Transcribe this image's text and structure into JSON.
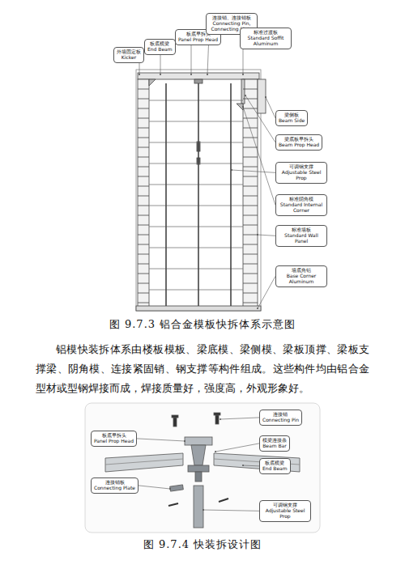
{
  "diagram": {
    "nodes": [
      {
        "text": [
          "外墙固定板",
          "Kicker"
        ]
      },
      {
        "text": [
          "板底横梁",
          "End Beam"
        ]
      },
      {
        "text": [
          "板底早拆头",
          "Panel Prop Head"
        ]
      },
      {
        "text": [
          "连接销、连接销板",
          "Connecting Pin, Connecting Plate"
        ]
      },
      {
        "text": [
          "标准过渡板",
          "Standard Soffit Aluminum"
        ]
      },
      {
        "text": [
          "梁侧板",
          "Beam Side"
        ]
      },
      {
        "text": [
          "梁底板早拆头",
          "Beam Prop Head"
        ]
      },
      {
        "text": [
          "可调钢支撑",
          "Adjustable Steel Prop"
        ]
      },
      {
        "text": [
          "标准阴角模",
          "Standard Internal Corner"
        ]
      },
      {
        "text": [
          "标准墙板",
          "Standard Wall Panel"
        ]
      },
      {
        "text": [
          "墙底角铝",
          "Base Corner Aluminum"
        ]
      },
      {
        "text": [
          "连接销",
          "Connecting Pin"
        ]
      },
      {
        "text": [
          "板底早拆头",
          "Panel Prop Head"
        ]
      },
      {
        "text": [
          "模梁连接条",
          "Beam Bar"
        ]
      },
      {
        "text": [
          "板底横梁",
          "End Beam"
        ]
      },
      {
        "text": [
          "连接销板",
          "Connecting Plate"
        ]
      },
      {
        "text": [
          "可调钢支撑",
          "Adjustable Steel Prop"
        ]
      }
    ],
    "labels": [
      "图 9.7.3 铝合金模板快拆体系示意图",
      "铝模快装拆体系由楼板模板、梁底模、梁侧模、梁板顶撑、梁板支撑梁、阴角模、连接紧固销、钢支撑等构件组成。这些构件均由铝合金型材或型钢焊接而成，焊接质量好，强度高，外观形象好。",
      "图 9.7.4 快装拆设计图"
    ]
  }
}
